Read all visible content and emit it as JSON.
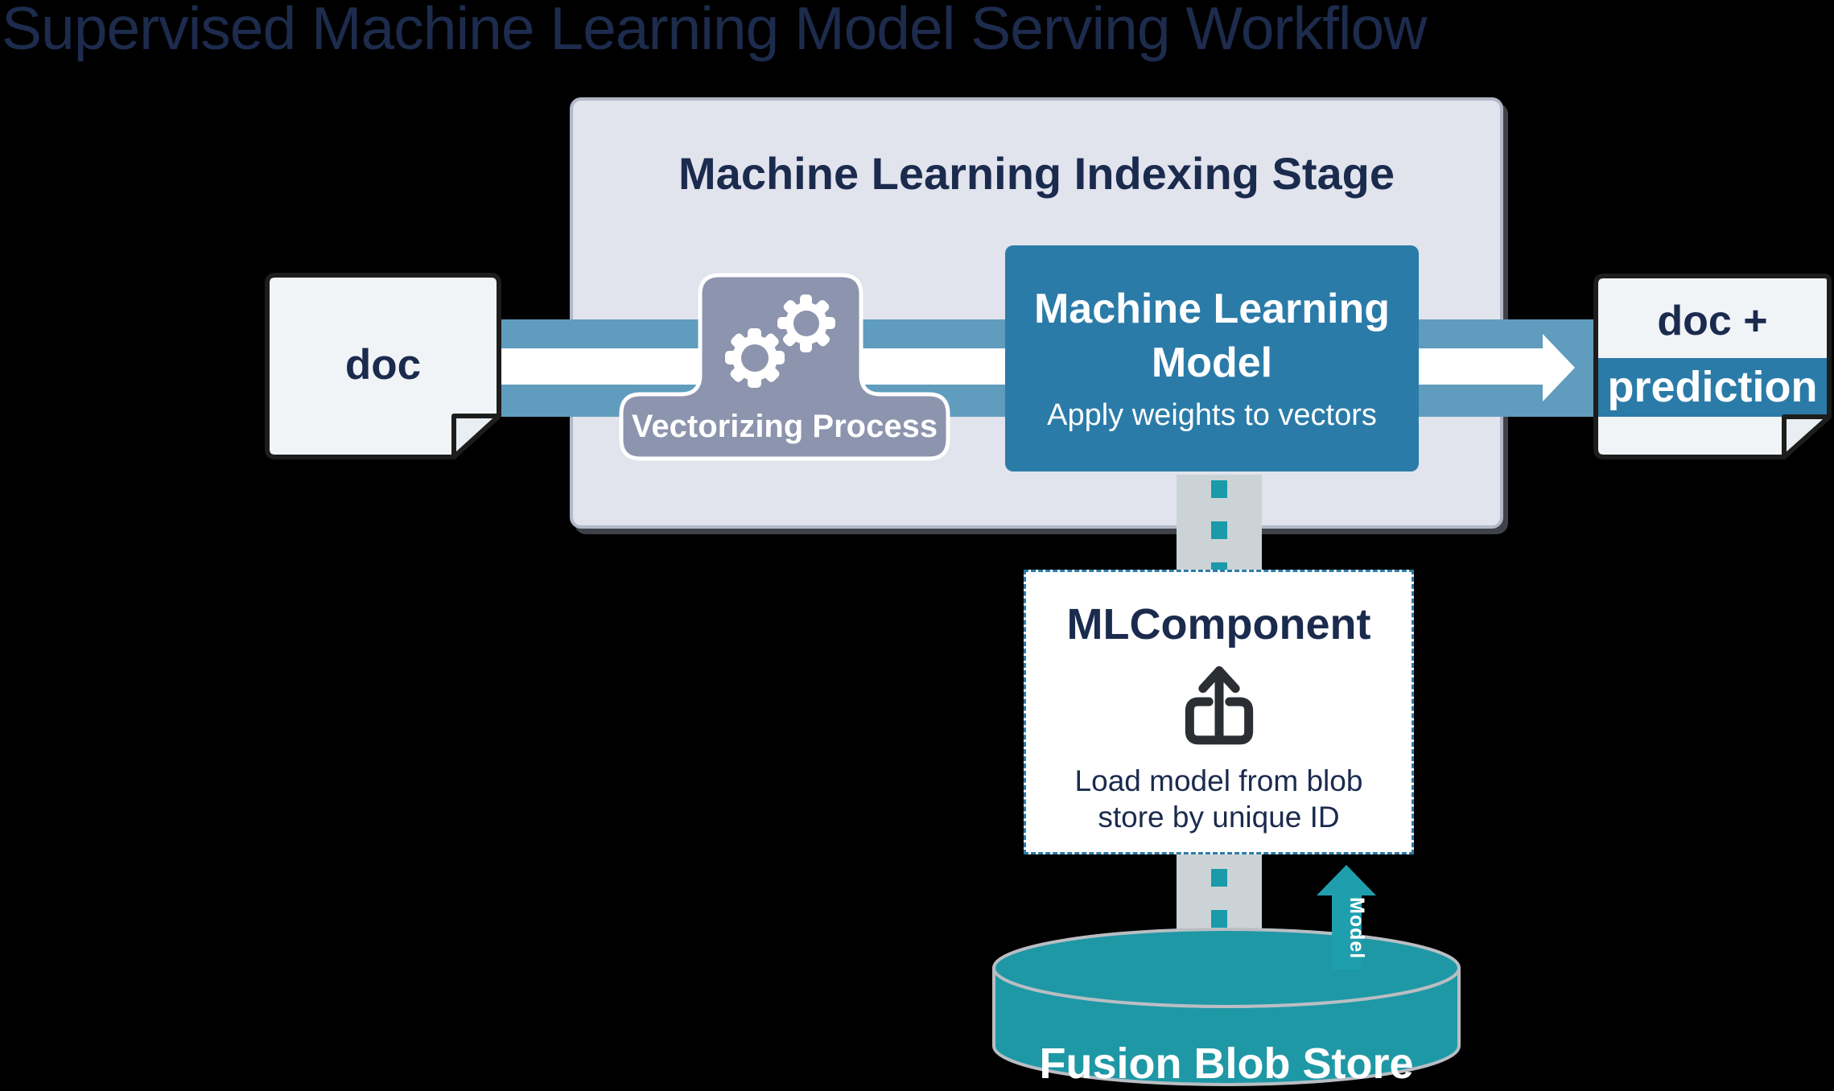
{
  "title": "Supervised Machine Learning Model Serving Workflow",
  "indexing_stage": {
    "heading": "Machine Learning Indexing Stage"
  },
  "doc_input": {
    "label": "doc"
  },
  "vectorizing": {
    "label": "Vectorizing Process"
  },
  "ml_model": {
    "title_line1": "Machine Learning",
    "title_line2": "Model",
    "subtitle": "Apply weights to vectors"
  },
  "doc_output": {
    "line1": "doc +",
    "line2": "prediction"
  },
  "ml_component": {
    "title": "MLComponent",
    "caption_line1": "Load model from blob",
    "caption_line2": "store by unique ID"
  },
  "blob_store": {
    "label": "Fusion Blob Store"
  },
  "model_arrow": {
    "label": "Model"
  },
  "colors": {
    "background": "#000000",
    "navy_text": "#1b2b4e",
    "stage_fill": "#e1e3ed",
    "stage_border": "#b2b8c6",
    "band_blue": "#5f9cbd",
    "model_blue": "#2b7ba8",
    "slate": "#8c94ae",
    "doc_fill": "#f1f4f7",
    "doc_border": "#1d1d1b",
    "connector_gray": "#ccd3d7",
    "dash_teal": "#1b9aaa",
    "blob_teal": "#1f98a6",
    "arrow_teal": "#1f9fae",
    "cylinder_rim": "#b9bec3"
  }
}
